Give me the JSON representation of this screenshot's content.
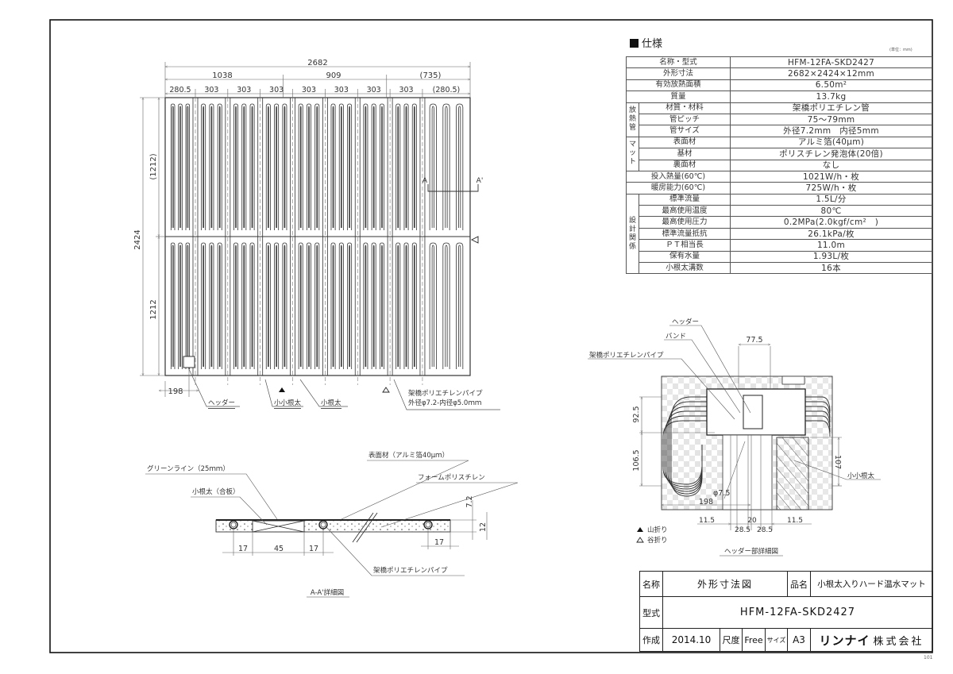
{
  "drawing": {
    "plan_dims": {
      "overall_width": "2682",
      "seg_left": "1038",
      "seg_mid": "909",
      "seg_right": "(735)",
      "pitch_first": "280.5",
      "pitch": "303",
      "pitch_last": "(280.5)",
      "pitch_count": 8,
      "overall_height": "2424",
      "upper_half": "(1212)",
      "lower_half": "1212",
      "header_offset": "198"
    },
    "section_marks": {
      "a": "A",
      "a_prime": "A'"
    },
    "plan_labels": {
      "header": "ヘッダー",
      "sub_joist_small": "小小根太",
      "joist": "小根太",
      "pipe_line1": "架橋ポリエチレンパイプ",
      "pipe_line2": "外径φ7.2-内径φ5.0ｍｍ"
    },
    "section": {
      "title": "A-A'詳細図",
      "green_line": "グリーンライン（25ｍｍ）",
      "joist_plywood": "小根太（合板）",
      "surface": "表面材（アルミ箔40μｍ）",
      "foam": "フォームポリスチレン",
      "pipe": "架橋ポリエチレンパイプ",
      "dim_17a": "17",
      "dim_45": "45",
      "dim_17b": "17",
      "dim_17c": "17",
      "dim_7_2": "7.2",
      "dim_12": "12"
    },
    "header_detail": {
      "title": "ヘッダー部詳細図",
      "header": "ヘッダー",
      "band": "バンド",
      "pipe": "架橋ポリエチレンパイプ",
      "sub_joist_small": "小小根太",
      "dim_77_5": "77.5",
      "dim_92_5": "92.5",
      "dim_106_5": "106.5",
      "dim_107": "107",
      "dim_phi": "φ7.5",
      "dim_198": "198",
      "dim_11_5a": "11.5",
      "dim_28_5a": "28.5",
      "dim_20": "20",
      "dim_28_5b": "28.5",
      "dim_11_5b": "11.5"
    },
    "legend": {
      "mountain_fold": "山折り",
      "valley_fold": "谷折り"
    }
  },
  "spec": {
    "heading": "仕様",
    "unit": "(単位：mm)",
    "rows": [
      {
        "group": "",
        "label": "名称・型式",
        "value": "HFM-12FA-SKD2427"
      },
      {
        "group": "",
        "label": "外形寸法",
        "value": "2682×2424×12mm"
      },
      {
        "group": "",
        "label": "有効放熱面積",
        "value": "6.50m²"
      },
      {
        "group": "",
        "label": "質量",
        "value": "13.7kg"
      },
      {
        "group": "放熱管",
        "label": "材質・材料",
        "value": "架橋ポリエチレン管"
      },
      {
        "group": "放熱管",
        "label": "管ピッチ",
        "value": "75～79mm"
      },
      {
        "group": "放熱管",
        "label": "管サイズ",
        "value": "外径7.2mm　内径5mm"
      },
      {
        "group": "マット",
        "label": "表面材",
        "value": "アルミ箔(40μm)"
      },
      {
        "group": "マット",
        "label": "基材",
        "value": "ポリスチレン発泡体(20倍)"
      },
      {
        "group": "マット",
        "label": "裏面材",
        "value": "なし"
      },
      {
        "group": "",
        "label": "投入熱量(60℃)",
        "value": "1021W/h・枚"
      },
      {
        "group": "",
        "label": "暖房能力(60℃)",
        "value": "725W/h・枚"
      },
      {
        "group": "設計関係",
        "label": "標準流量",
        "value": "1.5L/分"
      },
      {
        "group": "設計関係",
        "label": "最高使用温度",
        "value": "80℃"
      },
      {
        "group": "設計関係",
        "label": "最高使用圧力",
        "value": "0.2MPa(2.0kgf/cm²　)"
      },
      {
        "group": "設計関係",
        "label": "標準流量抵抗",
        "value": "26.1kPa/枚"
      },
      {
        "group": "設計関係",
        "label": "ＰＴ相当長",
        "value": "11.0m"
      },
      {
        "group": "設計関係",
        "label": "保有水量",
        "value": "1.93L/枚"
      },
      {
        "group": "設計関係",
        "label": "小根太溝数",
        "value": "16本"
      }
    ]
  },
  "title_block": {
    "name_label": "名称",
    "name_value": "外形寸法図",
    "product_label": "品名",
    "product_value": "小根太入りハード温水マット",
    "model_label": "型式",
    "model_value": "HFM-12FA-SKD2427",
    "created_label": "作成",
    "created_value": "2014.10",
    "scale_label": "尺度",
    "scale_value": "Free",
    "size_label": "サイズ",
    "size_value": "A3",
    "company_brand": "リンナイ",
    "company_suffix": "株式会社"
  },
  "sheet_number": "101",
  "colors": {
    "line": "#2a2a2a",
    "dim": "#666666",
    "hatch": "#cccccc"
  }
}
